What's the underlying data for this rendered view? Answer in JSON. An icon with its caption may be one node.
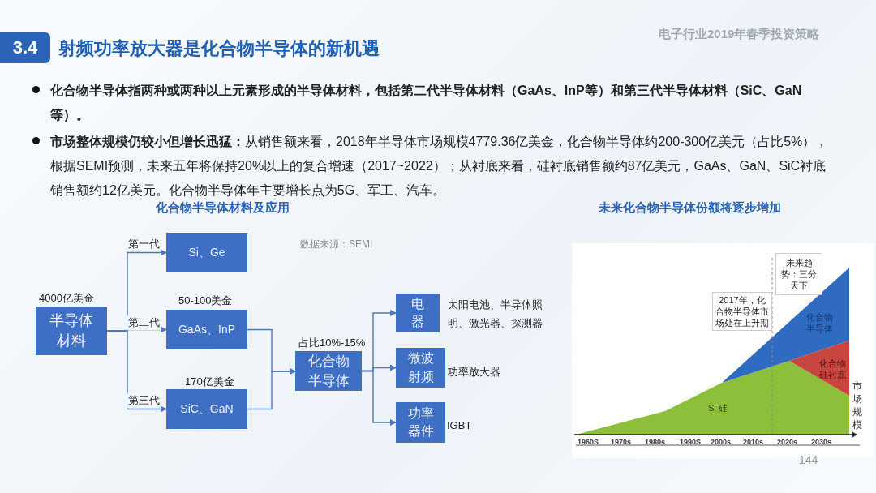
{
  "diagram": {
    "title": "射频功率放大器是化合物半导体的新机遇",
    "nodes": [
      {
        "text": [
          "半导体材料"
        ],
        "beside": [
          "4000亿美金"
        ]
      },
      {
        "text": [
          "Si、Ge"
        ]
      },
      {
        "text": [
          "GaAs、InP"
        ],
        "beside": [
          "50-100美金"
        ]
      },
      {
        "text": [
          "SiC、GaN"
        ],
        "beside": [
          "170亿美金"
        ]
      },
      {
        "text": [
          "化合物半导体"
        ],
        "beside": [
          "占比10%-15%"
        ]
      },
      {
        "text": [
          "电器"
        ],
        "beside": [
          "太阳电池、半导体照明、激光器、探测器"
        ]
      },
      {
        "text": [
          "微波射频"
        ],
        "beside": [
          "功率放大器"
        ]
      },
      {
        "text": [
          "功率器件"
        ],
        "beside": [
          "IGBT"
        ]
      }
    ],
    "edges": [
      {
        "from": 0,
        "to": 1,
        "arrow": "to",
        "label": "第一代"
      },
      {
        "from": 0,
        "to": 2,
        "arrow": "to",
        "label": "第二代"
      },
      {
        "from": 0,
        "to": 3,
        "arrow": "to",
        "label": "第三代"
      },
      {
        "from": 2,
        "to": 4,
        "arrow": "to"
      },
      {
        "from": 3,
        "to": 4,
        "arrow": "to"
      },
      {
        "from": 4,
        "to": 5,
        "arrow": "to"
      },
      {
        "from": 4,
        "to": 6,
        "arrow": "to"
      },
      {
        "from": 4,
        "to": 7,
        "arrow": "to"
      }
    ],
    "labels": [
      "3.4",
      "电子行业2019年春季投资策略",
      "化合物半导体指两种或两种以上元素形成的半导体材料，包括第二代半导体材料（GaAs、InP等）和第三代半导体材料（SiC、GaN等）。",
      "**市场整体规模仍较小但增长迅猛：**从销售额来看，2018年半导体市场规模4779.36亿美金，化合物半导体约200-300亿美元（占比5%），根据SEMI预测，未来五年将保持20%以上的复合增速（2017~2022）；从衬底来看，硅衬底销售额约87亿美元，GaAs、GaN、SiC衬底销售额约12亿美元。化合物半导体年主要增长点为5G、军工、汽车。",
      "化合物半导体材料及应用",
      "数据来源：SEMI",
      "未来化合物半导体份额将逐步增加",
      "未来趋势：三分天下",
      "2017年，化合物半导体市场处在上升期",
      "化合物半导体",
      "化合物硅衬底",
      "Si 硅",
      "市场规模",
      "1960S",
      "1970s",
      "1980s",
      "1990S",
      "2000s",
      "2010s",
      "2020s",
      "2030s",
      "144"
    ]
  }
}
